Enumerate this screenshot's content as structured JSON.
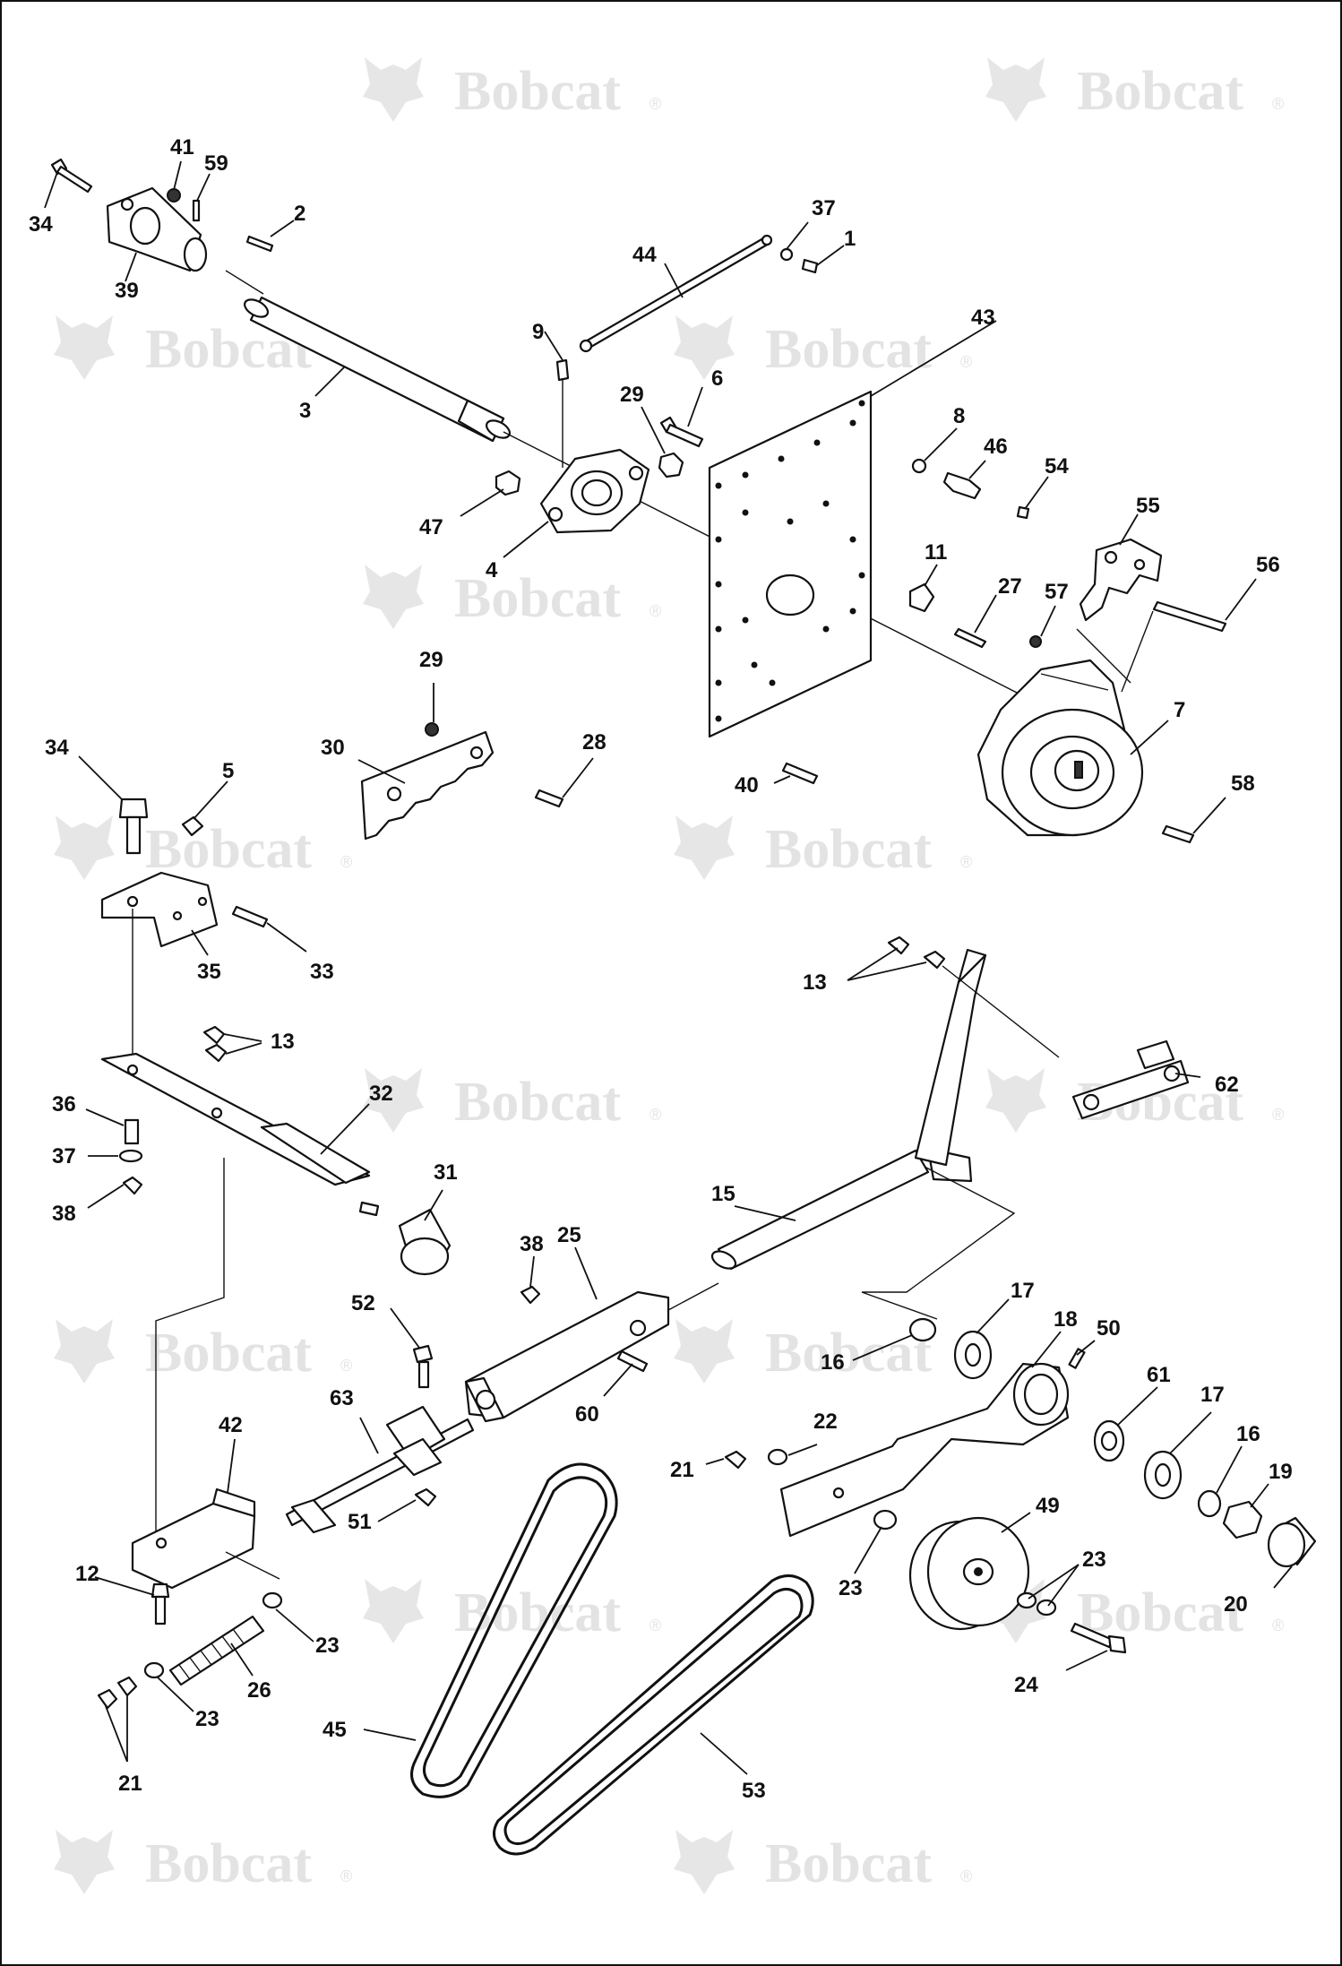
{
  "watermark": {
    "text": "Bobcat",
    "mark": "®"
  },
  "labels": [
    {
      "id": "lbl-34a",
      "text": "34"
    },
    {
      "id": "lbl-41",
      "text": "41"
    },
    {
      "id": "lbl-59",
      "text": "59"
    },
    {
      "id": "lbl-2",
      "text": "2"
    },
    {
      "id": "lbl-39",
      "text": "39"
    },
    {
      "id": "lbl-3",
      "text": "3"
    },
    {
      "id": "lbl-37a",
      "text": "37"
    },
    {
      "id": "lbl-1",
      "text": "1"
    },
    {
      "id": "lbl-44",
      "text": "44"
    },
    {
      "id": "lbl-9",
      "text": "9"
    },
    {
      "id": "lbl-43",
      "text": "43"
    },
    {
      "id": "lbl-29a",
      "text": "29"
    },
    {
      "id": "lbl-6",
      "text": "6"
    },
    {
      "id": "lbl-8",
      "text": "8"
    },
    {
      "id": "lbl-46",
      "text": "46"
    },
    {
      "id": "lbl-54",
      "text": "54"
    },
    {
      "id": "lbl-55",
      "text": "55"
    },
    {
      "id": "lbl-56",
      "text": "56"
    },
    {
      "id": "lbl-47",
      "text": "47"
    },
    {
      "id": "lbl-4",
      "text": "4"
    },
    {
      "id": "lbl-11",
      "text": "11"
    },
    {
      "id": "lbl-27",
      "text": "27"
    },
    {
      "id": "lbl-57",
      "text": "57"
    },
    {
      "id": "lbl-7",
      "text": "7"
    },
    {
      "id": "lbl-29b",
      "text": "29"
    },
    {
      "id": "lbl-30",
      "text": "30"
    },
    {
      "id": "lbl-28",
      "text": "28"
    },
    {
      "id": "lbl-40",
      "text": "40"
    },
    {
      "id": "lbl-58",
      "text": "58"
    },
    {
      "id": "lbl-34b",
      "text": "34"
    },
    {
      "id": "lbl-5",
      "text": "5"
    },
    {
      "id": "lbl-35",
      "text": "35"
    },
    {
      "id": "lbl-33",
      "text": "33"
    },
    {
      "id": "lbl-13a",
      "text": "13"
    },
    {
      "id": "lbl-13b",
      "text": "13"
    },
    {
      "id": "lbl-62",
      "text": "62"
    },
    {
      "id": "lbl-36",
      "text": "36"
    },
    {
      "id": "lbl-32",
      "text": "32"
    },
    {
      "id": "lbl-37b",
      "text": "37"
    },
    {
      "id": "lbl-38a",
      "text": "38"
    },
    {
      "id": "lbl-31",
      "text": "31"
    },
    {
      "id": "lbl-15",
      "text": "15"
    },
    {
      "id": "lbl-38b",
      "text": "38"
    },
    {
      "id": "lbl-25",
      "text": "25"
    },
    {
      "id": "lbl-52",
      "text": "52"
    },
    {
      "id": "lbl-17a",
      "text": "17"
    },
    {
      "id": "lbl-18",
      "text": "18"
    },
    {
      "id": "lbl-50",
      "text": "50"
    },
    {
      "id": "lbl-16a",
      "text": "16"
    },
    {
      "id": "lbl-60",
      "text": "60"
    },
    {
      "id": "lbl-63",
      "text": "63"
    },
    {
      "id": "lbl-61",
      "text": "61"
    },
    {
      "id": "lbl-17b",
      "text": "17"
    },
    {
      "id": "lbl-42",
      "text": "42"
    },
    {
      "id": "lbl-22",
      "text": "22"
    },
    {
      "id": "lbl-21a",
      "text": "21"
    },
    {
      "id": "lbl-16b",
      "text": "16"
    },
    {
      "id": "lbl-19",
      "text": "19"
    },
    {
      "id": "lbl-51",
      "text": "51"
    },
    {
      "id": "lbl-49",
      "text": "49"
    },
    {
      "id": "lbl-12",
      "text": "12"
    },
    {
      "id": "lbl-23a",
      "text": "23"
    },
    {
      "id": "lbl-23b",
      "text": "23"
    },
    {
      "id": "lbl-20",
      "text": "20"
    },
    {
      "id": "lbl-26",
      "text": "26"
    },
    {
      "id": "lbl-23c",
      "text": "23"
    },
    {
      "id": "lbl-23d",
      "text": "23"
    },
    {
      "id": "lbl-24",
      "text": "24"
    },
    {
      "id": "lbl-45",
      "text": "45"
    },
    {
      "id": "lbl-21b",
      "text": "21"
    },
    {
      "id": "lbl-53",
      "text": "53"
    }
  ]
}
